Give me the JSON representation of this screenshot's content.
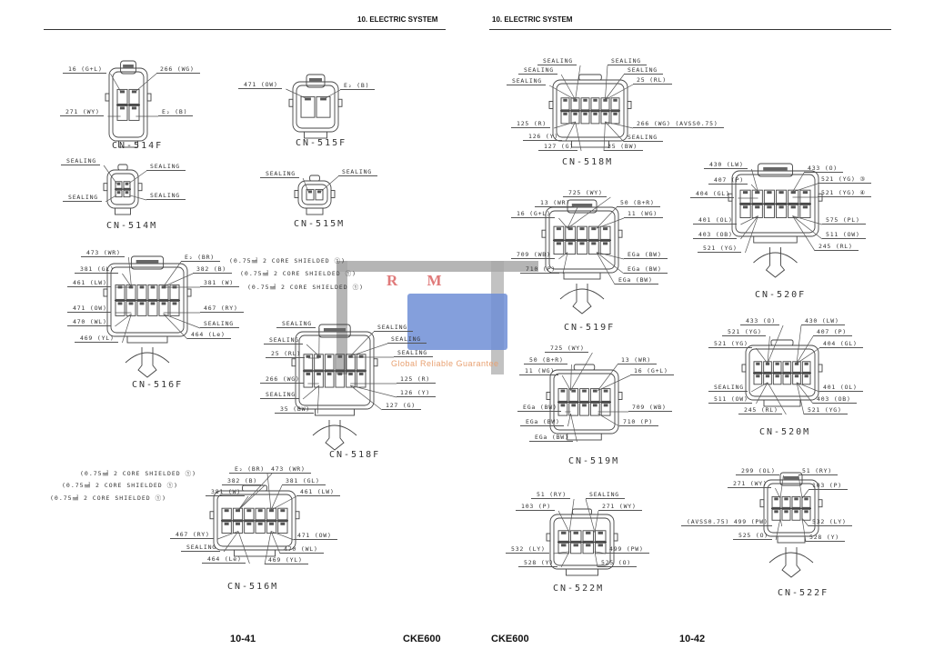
{
  "header": {
    "left_title": "10. ELECTRIC SYSTEM",
    "right_title": "10. ELECTRIC SYSTEM"
  },
  "footer": {
    "left_page": "10-41",
    "left_model": "CKE600",
    "right_model": "CKE600",
    "right_page": "10-42"
  },
  "watermark": {
    "brand": "R M",
    "tagline": "Global Reliable Guarantee"
  },
  "connectors": {
    "cn514f": {
      "name": "CN-514F",
      "labels": [
        "16 (G+L)",
        "266 (WG)",
        "271 (WY)",
        "E₂ (B)"
      ]
    },
    "cn515f": {
      "name": "CN-515F",
      "labels": [
        "471 (OW)",
        "E₂ (B)"
      ]
    },
    "cn514m": {
      "name": "CN-514M",
      "labels": [
        "SEALING",
        "SEALING",
        "SEALING",
        "SEALING"
      ]
    },
    "cn515m": {
      "name": "CN-515M",
      "labels": [
        "SEALING",
        "SEALING"
      ]
    },
    "cn516f": {
      "name": "CN-516F",
      "labels": [
        "473 (WR)",
        "381 (GL)",
        "461 (LW)",
        "471 (OW)",
        "470 (WL)",
        "469 (YL)",
        "E₂ (BR)",
        "382 (B)",
        "381 (W)",
        "467 (RY)",
        "SEALING",
        "464 (Le)"
      ],
      "notes": [
        "(0.75㎟ 2 CORE SHIELDED ①)",
        "(0.75㎟ 2 CORE SHIELDED ①)",
        "(0.75㎟ 2 CORE SHIELDED ①)"
      ]
    },
    "cn518f": {
      "name": "CN-518F",
      "labels": [
        "SEALING",
        "SEALING",
        "25 (RL)",
        "266 (WG)",
        "SEALING",
        "35 (BW)",
        "SEALING",
        "SEALING",
        "SEALING",
        "125 (R)",
        "126 (Y)",
        "127 (G)"
      ]
    },
    "cn516m": {
      "name": "CN-516M",
      "labels": [
        "E₂ (BR)",
        "382 (B)",
        "381 (W)",
        "473 (WR)",
        "381 (GL)",
        "461 (LW)",
        "467 (RY)",
        "SEALING",
        "464 (Le)",
        "471 (OW)",
        "470 (WL)",
        "469 (YL)"
      ],
      "notes": [
        "(0.75㎟ 2 CORE SHIELDED ①)",
        "(0.75㎟ 2 CORE SHIELDED ①)",
        "(0.75㎟ 2 CORE SHIELDED ①)"
      ]
    },
    "cn518m": {
      "name": "CN-518M",
      "labels": [
        "SEALING",
        "SEALING",
        "SEALING",
        "SEALING",
        "SEALING",
        "25 (RL)",
        "125 (R)",
        "126 (Y)",
        "127 (G)",
        "266 (WG)  (AVSS0.75)",
        "SEALING",
        "35 (BW)"
      ]
    },
    "cn519f": {
      "name": "CN-519F",
      "labels": [
        "725 (WY)",
        "13 (WR)",
        "16 (G+L)",
        "50 (B+R)",
        "11 (WG)",
        "709 (WB)",
        "710 (P)",
        "EGa (BW)",
        "EGa (BW)",
        "EGa (BW)"
      ]
    },
    "cn519m": {
      "name": "CN-519M",
      "labels": [
        "725 (WY)",
        "50 (B+R)",
        "11 (WG)",
        "13 (WR)",
        "16 (G+L)",
        "EGa (BW)",
        "EGa (BW)",
        "EGa (BW)",
        "709 (WB)",
        "710 (P)"
      ]
    },
    "cn520f": {
      "name": "CN-520F",
      "labels": [
        "430 (LW)",
        "407 (P)",
        "404 (GL)",
        "401 (OL)",
        "403 (OB)",
        "521 (YG)",
        "433 (O)",
        "521 (YG)  ③",
        "521 (YG)  ④",
        "575 (PL)",
        "511 (OW)",
        "245 (RL)"
      ]
    },
    "cn520m": {
      "name": "CN-520M",
      "labels": [
        "433 (O)",
        "430 (LW)",
        "521 (YG)",
        "407 (P)",
        "521 (YG)",
        "404 (GL)",
        "SEALING",
        "511 (OW)",
        "245 (RL)",
        "401 (OL)",
        "403 (OB)",
        "521 (YG)"
      ]
    },
    "cn522m": {
      "name": "CN-522M",
      "labels": [
        "51 (RY)",
        "SEALING",
        "103 (P)",
        "271 (WY)",
        "532 (LY)",
        "528 (Y)",
        "499 (PW)",
        "525 (O)"
      ]
    },
    "cn522f": {
      "name": "CN-522F",
      "labels": [
        "299 (OL)",
        "51 (RY)",
        "271 (WY)",
        "103 (P)",
        "(AVSS0.75) 499 (PW)",
        "532 (LY)",
        "525 (O)",
        "528 (Y)"
      ]
    }
  }
}
